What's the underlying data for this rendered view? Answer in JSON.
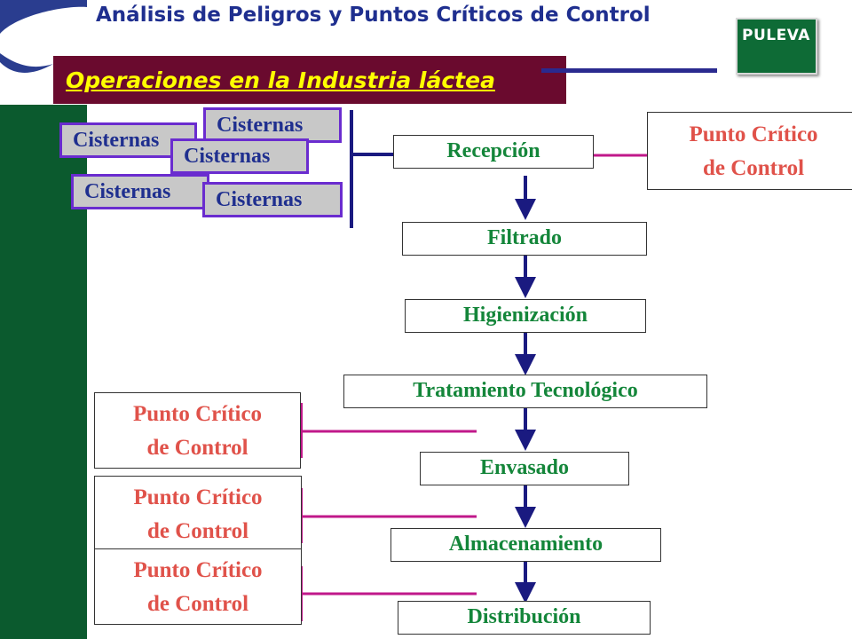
{
  "header": {
    "title": "Análisis de Peligros y Puntos Críticos de Control",
    "subtitle": "Operaciones en la Industria láctea",
    "logo_text": "PULEVA"
  },
  "tanks": {
    "label": "Cisternas",
    "items": [
      "Cisternas",
      "Cisternas",
      "Cisternas",
      "Cisternas",
      "Cisternas"
    ]
  },
  "steps": [
    "Recepción",
    "Filtrado",
    "Higienización",
    "Tratamiento Tecnológico",
    "Envasado",
    "Almacenamiento",
    "Distribución"
  ],
  "critical_points": {
    "line1": "Punto Crítico",
    "line2": "de Control"
  },
  "colors": {
    "sidebar": "#0b5a2e",
    "title": "#1f2f8f",
    "subtitle_band": "#6a0a2e",
    "subtitle_text": "#ffff00",
    "step_text": "#14863a",
    "critical_text": "#e0524a",
    "arrow": "#1a1a80",
    "connector": "#c0188a",
    "tank_border": "#6a2ccf"
  }
}
